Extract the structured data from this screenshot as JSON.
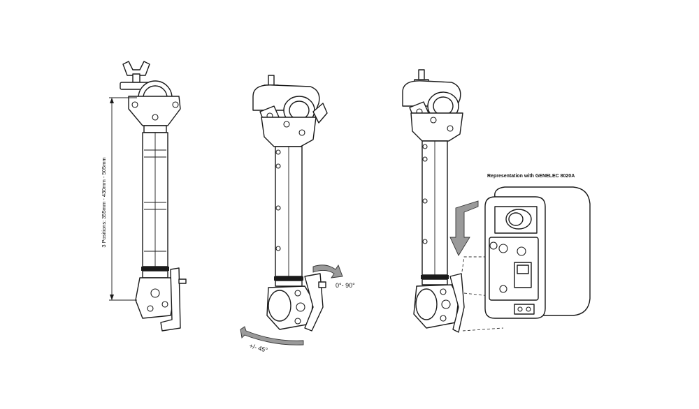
{
  "dimension_label": "3 Positions:  355mm  -  430mm  -  505mm",
  "rotation_label_1": "0°- 90°",
  "rotation_label_2": "+/- 45°",
  "caption": "Representation with GENELEC 8020A",
  "colors": {
    "line": "#1a1a1a",
    "arrow_fill": "#9a9a9a",
    "background": "#ffffff"
  }
}
